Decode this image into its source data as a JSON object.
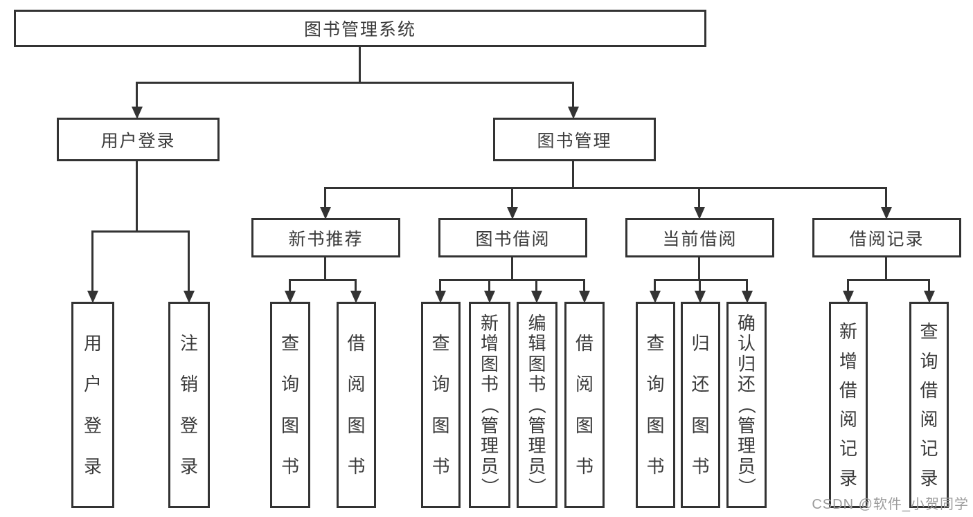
{
  "diagram": {
    "title": "图书管理系统",
    "root": "图书管理系统",
    "branches": [
      {
        "label": "用户登录",
        "children": [
          "用户登录",
          "注销登录"
        ]
      },
      {
        "label": "图书管理",
        "children": [
          {
            "label": "新书推荐",
            "children": [
              "查询图书",
              "借阅图书"
            ]
          },
          {
            "label": "图书借阅",
            "children": [
              "查询图书",
              "新增图书（管理员）",
              "编辑图书（管理员）",
              "借阅图书"
            ]
          },
          {
            "label": "当前借阅",
            "children": [
              "查询图书",
              "归还图书",
              "确认归还（管理员）"
            ]
          },
          {
            "label": "借阅记录",
            "children": [
              "新增借阅记录",
              "查询借阅记录"
            ]
          }
        ]
      }
    ]
  },
  "watermark": {
    "text": "CSDN @软件_小贺同学"
  },
  "colors": {
    "line": "#333333",
    "text": "#3a3a3a",
    "background": "#ffffff",
    "watermark": "#9c9c9c"
  }
}
